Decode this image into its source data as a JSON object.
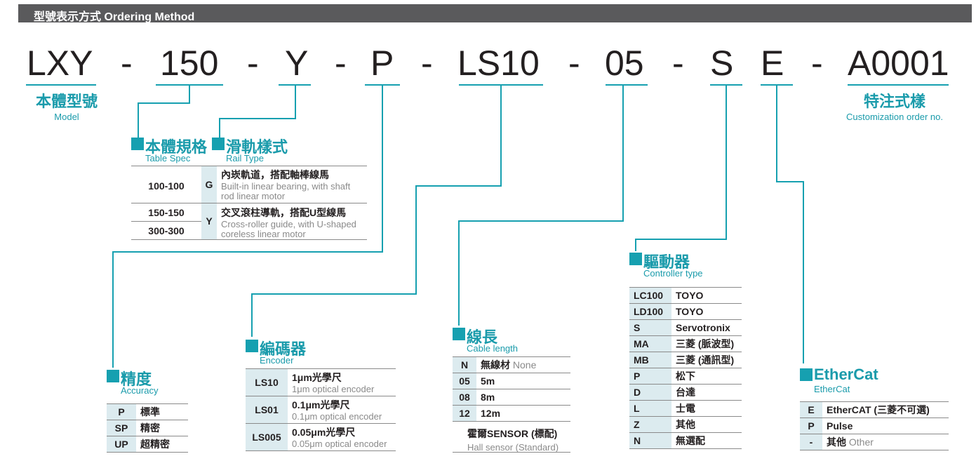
{
  "header": {
    "title": "型號表示方式 Ordering Method"
  },
  "code": {
    "parts": [
      "LXY",
      "-",
      "150",
      "-",
      "Y",
      "-",
      "P",
      "-",
      "LS10",
      "-",
      "05",
      "-",
      "S",
      "E",
      "-",
      "A0001"
    ]
  },
  "model": {
    "zh": "本體型號",
    "en": "Model"
  },
  "custom": {
    "zh": "特注式樣",
    "en": "Customization order no."
  },
  "table_spec": {
    "zh": "本體規格",
    "en": "Table Spec"
  },
  "rail_type": {
    "zh": "滑軌樣式",
    "en": "Rail Type"
  },
  "spec_rows": {
    "s1": "100-100",
    "s2": "150-150",
    "s3": "300-300",
    "g": "G",
    "y": "Y",
    "g_zh": "內崁軌道，搭配軸棒線馬",
    "g_en1": "Built-in linear bearing, with shaft",
    "g_en2": "rod linear motor",
    "y_zh": "交叉滾柱導軌，搭配U型線馬",
    "y_en1": "Cross-roller guide, with U-shaped",
    "y_en2": "coreless linear motor"
  },
  "accuracy": {
    "zh": "精度",
    "en": "Accuracy",
    "rows": [
      {
        "k": "P",
        "v": "標準"
      },
      {
        "k": "SP",
        "v": "精密"
      },
      {
        "k": "UP",
        "v": "超精密"
      }
    ]
  },
  "encoder": {
    "zh": "編碼器",
    "en": "Encoder",
    "rows": [
      {
        "k": "LS10",
        "v": "1μm光學尺",
        "s": "1μm optical encoder"
      },
      {
        "k": "LS01",
        "v": "0.1μm光學尺",
        "s": "0.1μm optical encoder"
      },
      {
        "k": "LS005",
        "v": "0.05μm光學尺",
        "s": "0.05μm optical encoder"
      }
    ]
  },
  "cable": {
    "zh": "線長",
    "en": "Cable length",
    "rows": [
      {
        "k": "N",
        "v": "無線材",
        "n": "None"
      },
      {
        "k": "05",
        "v": "5m"
      },
      {
        "k": "08",
        "v": "8m"
      },
      {
        "k": "12",
        "v": "12m"
      }
    ],
    "hall_zh": "霍爾SENSOR (標配)",
    "hall_en": "Hall sensor (Standard)"
  },
  "controller": {
    "zh": "驅動器",
    "en": "Controller type",
    "rows": [
      {
        "k": "LC100",
        "v": "TOYO"
      },
      {
        "k": "LD100",
        "v": "TOYO"
      },
      {
        "k": "S",
        "v": "Servotronix"
      },
      {
        "k": "MA",
        "v": "三菱 (脈波型)"
      },
      {
        "k": "MB",
        "v": "三菱 (通訊型)"
      },
      {
        "k": "P",
        "v": "松下"
      },
      {
        "k": "D",
        "v": "台達"
      },
      {
        "k": "L",
        "v": "士電"
      },
      {
        "k": "Z",
        "v": "其他"
      },
      {
        "k": "N",
        "v": "無選配"
      }
    ]
  },
  "ethercat": {
    "zh": "EtherCat",
    "en": "EtherCat",
    "rows": [
      {
        "k": "E",
        "v": "EtherCAT (三菱不可選)"
      },
      {
        "k": "P",
        "v": "Pulse"
      },
      {
        "k": "-",
        "v": "其他",
        "n": "Other"
      }
    ]
  },
  "colors": {
    "accent": "#16a0b0",
    "header_bg": "#5a5a5c",
    "key_bg": "#dcebef"
  }
}
